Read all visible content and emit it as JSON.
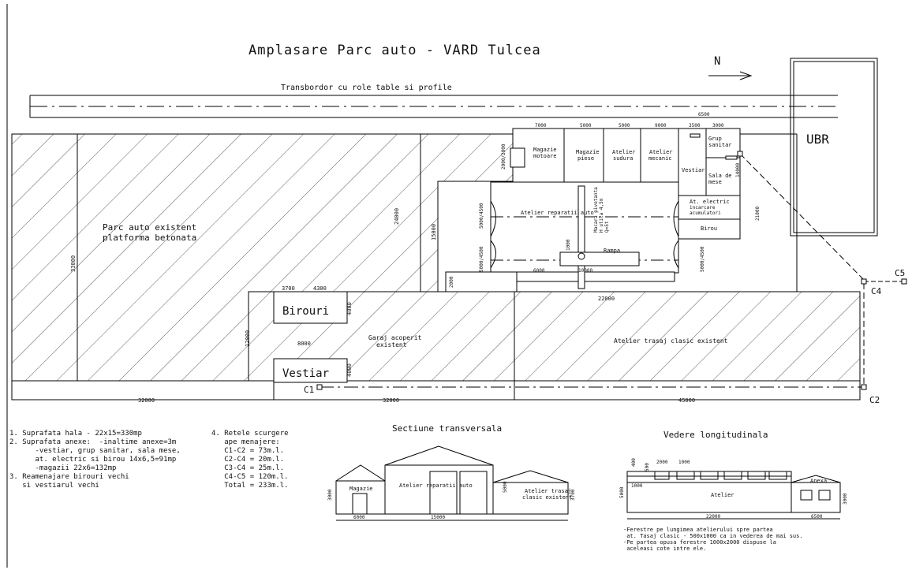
{
  "title": "Amplasare Parc auto - VARD Tulcea",
  "north_label": "N",
  "transbordor": "Transbordor cu role table si profile",
  "ubr": "UBR",
  "areas": {
    "parc_line1": "Parc auto existent",
    "parc_line2": "platforma betonata",
    "garaj_line1": "Garaj acoperit",
    "garaj_line2": "existent",
    "atelier_trasaj": "Atelier trasaj clasic existent",
    "birouri": "Birouri",
    "vestiar": "Vestiar"
  },
  "rooms": {
    "magazie_motoare_1": "Magazie",
    "magazie_motoare_2": "motoare",
    "magazie_piese_1": "Magazie",
    "magazie_piese_2": "piese",
    "atelier_sudura_1": "Atelier",
    "atelier_sudura_2": "sudura",
    "atelier_mecanic_1": "Atelier",
    "atelier_mecanic_2": "mecanic",
    "vestiar": "Vestiar",
    "grup_1": "Grup",
    "grup_2": "sanitar",
    "sala_1": "Sala de",
    "sala_2": "mese",
    "at_el_1": "At. electric",
    "at_el_2": "incarcare",
    "at_el_3": "acumulatori",
    "birou": "Birou",
    "atelier_rep": "Atelier reparatii auto",
    "rampa": "Rampa",
    "macara_1": "Macara pivotanta",
    "macara_2": "H utila 4,5m",
    "macara_3": "Q=5t"
  },
  "dims": {
    "d32000a": "32000",
    "d32000b": "32000",
    "d45000": "45000",
    "d33000": "33000",
    "d7000": "7000",
    "d5000a": "5000",
    "d5000b": "5000",
    "d9000": "9000",
    "d3500": "3500",
    "d3000": "3000",
    "d6500": "6500",
    "d22000": "22000",
    "d21000": "21000",
    "d24000": "24000",
    "d15000": "15000",
    "d3700": "3700",
    "d4300": "4300",
    "d8000": "8000",
    "d12000": "12000",
    "d4000a": "4000",
    "d4000b": "4000",
    "d6000": "6000",
    "d10000": "10000",
    "d2000": "2000",
    "d5000_4500a": "5000/4500",
    "d5000_4500b": "5000/4500",
    "d5000_4500c": "5000/4500",
    "d14000": "14000",
    "d1000": "1000",
    "d2000_2000": "2000/2000"
  },
  "pipe_labels": {
    "c1": "C1",
    "c2": "C2",
    "c4": "C4",
    "c5": "C5"
  },
  "notes_left": "1. Suprafata hala - 22x15=330mp\n2. Suprafata anexe:  -inaltime anexe=3m\n      -vestiar, grup sanitar, sala mese,\n      at. electric si birou 14x6,5=91mp\n      -magazii 22x6=132mp\n3. Reamenajare birouri vechi\n   si vestiarul vechi",
  "notes_retele": "4. Retele scurgere\n   ape menajere:\n   C1-C2 = 73m.l.\n   C2-C4 = 20m.l.\n   C3-C4 = 25m.l.\n   C4-C5 = 120m.l.\n   Total = 233m.l.",
  "section_title": "Sectiune transversala",
  "section": {
    "magazie": "Magazie",
    "atelier_rep": "Atelier reparatii auto",
    "trasaj_1": "Atelier trasaj",
    "trasaj_2": "clasic existent",
    "d6000": "6000",
    "d15000": "15000",
    "d3000": "3000",
    "d5000": "5000",
    "d3700": "3700"
  },
  "longitudinal_title": "Vedere longitudinala",
  "longitudinal": {
    "atelier": "Atelier",
    "anexa": "Anexa",
    "d22000": "22000",
    "d6500": "6500",
    "d2000": "2000",
    "d1000a": "1000",
    "d1000b": "1000",
    "d400": "400",
    "d500": "500",
    "d5000": "5000",
    "d3000": "3000"
  },
  "notes_windows": "-Ferestre pe lungimea atelierului spre partea\n at. Tasaj clasic - 500x1000 ca in vederea de mai sus.\n-Pe partea opusa ferestre 1000x2000 dispuse la\n aceleasi cote intre ele."
}
